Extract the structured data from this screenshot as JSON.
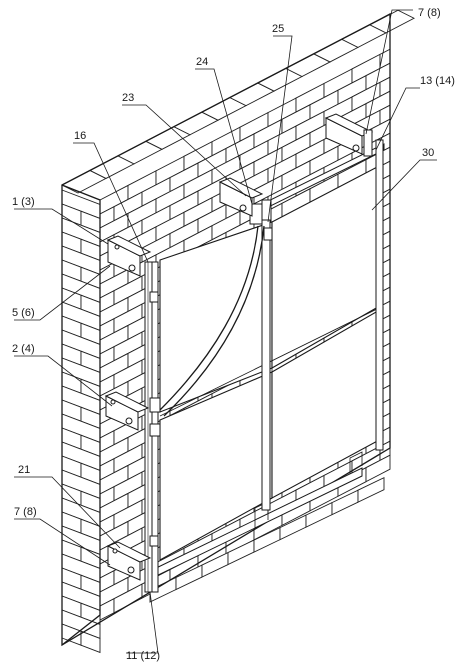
{
  "callouts": {
    "c_1_3": "1 (3)",
    "c_5_6": "5 (6)",
    "c_2_4": "2 (4)",
    "c_21": "21",
    "c_7_8_bottom": "7 (8)",
    "c_11_12": "11 (12)",
    "c_16": "16",
    "c_23": "23",
    "c_24": "24",
    "c_25": "25",
    "c_7_8_top": "7 (8)",
    "c_13_14": "13 (14)",
    "c_30": "30"
  },
  "colors": {
    "line": "#1a1a1a",
    "background": "#ffffff"
  }
}
